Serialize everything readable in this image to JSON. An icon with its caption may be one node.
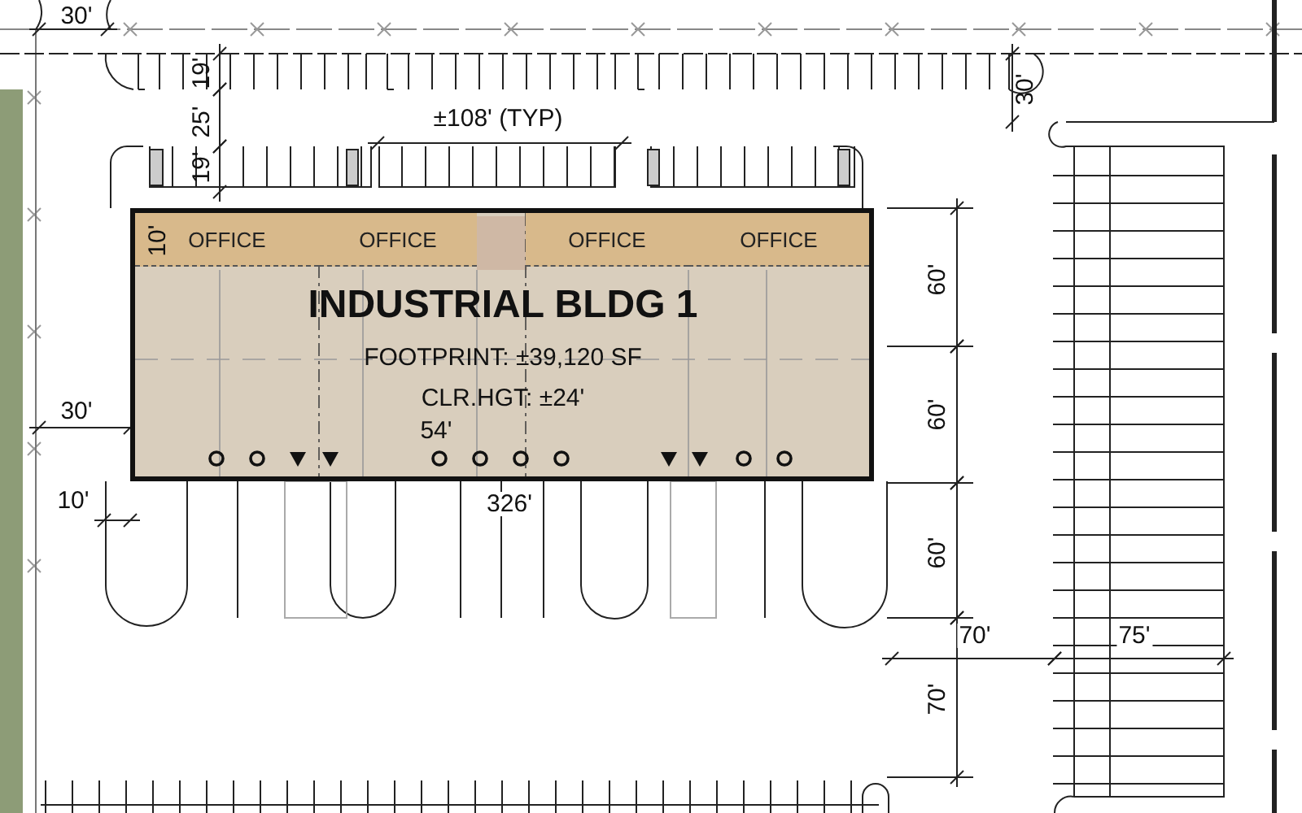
{
  "diagram": {
    "nodes": [
      {
        "text": [
          "INDUSTRIAL BLDG 1",
          "FOOTPRINT: ±39,120 SF",
          "CLR.HGT: ±24'"
        ]
      },
      {
        "text": [
          "OFFICE"
        ],
        "in": 0
      },
      {
        "text": [
          "OFFICE"
        ],
        "in": 0
      },
      {
        "text": [
          "OFFICE"
        ],
        "in": 0
      },
      {
        "text": [
          "OFFICE"
        ],
        "in": 0
      }
    ],
    "labels": [
      "30'",
      "19'",
      "30'",
      "±108' (TYP)",
      "25'",
      "19'",
      "10'",
      "60'",
      "30'",
      "60'",
      "54'",
      "10'",
      "326'",
      "60'",
      "70'",
      "75'",
      "70'"
    ]
  }
}
